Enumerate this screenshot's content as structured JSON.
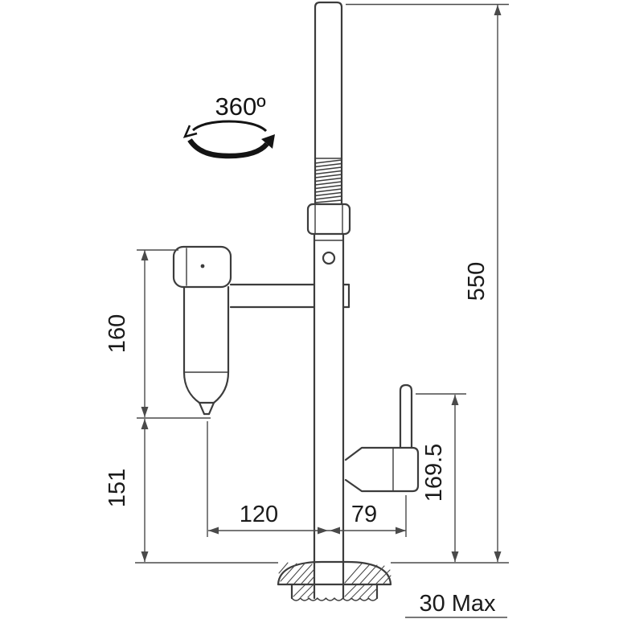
{
  "colors": {
    "background": "#ffffff",
    "line": "#3c3c3c",
    "dimension_line": "#4a4a4a",
    "text": "#1b1b1b"
  },
  "icons": {
    "rotation": "rotation-arrow-icon"
  },
  "labels": {
    "rotation_angle": "360º",
    "total_height": "550",
    "filter_spout_section": "160",
    "lower_section": "151",
    "spout_reach": "120",
    "handle_offset": "79",
    "handle_height": "169.5",
    "max_counter_thickness": "30 Max"
  }
}
